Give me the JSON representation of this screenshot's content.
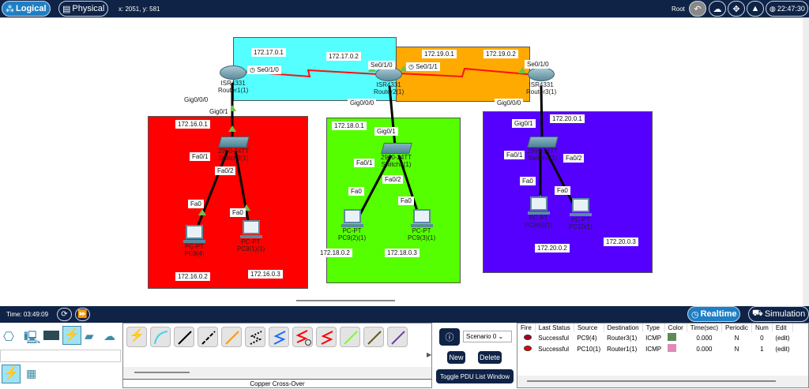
{
  "topbar": {
    "logical": "Logical",
    "physical": "Physical",
    "coords": "x: 2051, y: 581",
    "root": "Root",
    "clock": "22:47:30"
  },
  "areas": {
    "cyan": "#55ffff",
    "orange": "#ffaa00",
    "red": "#ff0000",
    "green": "#55ff00",
    "purple": "#5500ff"
  },
  "labels": {
    "r1_ip": "172.17.0.1",
    "r2_ip17": "172.17.0.2",
    "r1_se": "Se0/1/0",
    "r2_se0": "Se0/1/0",
    "r2_se1": "Se0/1/1",
    "r2_ip19": "172.19.0.1",
    "r3_ip19": "172.19.0.2",
    "r3_se": "Se0/1/0",
    "r1_gig": "Gig0/0/0",
    "sw1_gig": "Gig0/1",
    "net16": "172.16.0.1",
    "r2_gig": "Gig0/0/0",
    "sw2_gig": "Gig0/1",
    "net18": "172.18.0.1",
    "r3_gig": "Gig0/0/0",
    "sw3_gig": "Gig0/1",
    "net20": "172.20.0.1",
    "sw1_fa1": "Fa0/1",
    "sw1_fa2": "Fa0/2",
    "pc94_fa": "Fa0",
    "pc911_fa": "Fa0",
    "sw2_fa1": "Fa0/1",
    "sw2_fa2": "Fa0/2",
    "pc92_fa": "Fa0",
    "pc93_fa": "Fa0",
    "sw3_fa1": "Fa0/1",
    "sw3_fa2": "Fa0/2",
    "pc96_fa": "Fa0",
    "pc10_fa": "Fa0",
    "ip16_2": "172.16.0.2",
    "ip16_3": "172.16.0.3",
    "ip18_2": "172.18.0.2",
    "ip18_3": "172.18.0.3",
    "ip20_2": "172.20.0.2",
    "ip20_3": "172.20.0.3"
  },
  "devices": {
    "router1": {
      "model": "ISR4331",
      "name": "Router1(1)"
    },
    "router2": {
      "model": "ISR4331",
      "name": "Router2(1)"
    },
    "router3": {
      "model": "ISR4331",
      "name": "Router3(1)"
    },
    "switch1": {
      "model": "2960-24TT",
      "name": "Switch2(1)"
    },
    "switch2": {
      "model": "2960-24TT",
      "name": "Switch3(1)"
    },
    "switch3": {
      "model": "2960-24TT",
      "name": "Switch4(1)"
    },
    "pc94": {
      "model": "PC-PT",
      "name": "PC9(4)"
    },
    "pc911": {
      "model": "PC-PT",
      "name": "PC9(1)(1)"
    },
    "pc92": {
      "model": "PC-PT",
      "name": "PC9(2)(1)"
    },
    "pc93": {
      "model": "PC-PT",
      "name": "PC9(3)(1)"
    },
    "pc96": {
      "model": "PC-PT",
      "name": "PC9(6)(1)"
    },
    "pc10": {
      "model": "PC-PT",
      "name": "PC10(1)"
    }
  },
  "bottombar": {
    "time": "Time: 03:49:09",
    "realtime": "Realtime",
    "simulation": "Simulation"
  },
  "connections": {
    "selected_label": "Copper Cross-Over"
  },
  "pdu": {
    "scenario": "Scenario 0",
    "new": "New",
    "delete": "Delete",
    "toggle": "Toggle PDU List Window",
    "headers": [
      "Fire",
      "Last Status",
      "Source",
      "Destination",
      "Type",
      "Color",
      "Time(sec)",
      "Periodic",
      "Num",
      "Edit"
    ],
    "rows": [
      {
        "status": "Successful",
        "source": "PC9(4)",
        "dest": "Router3(1)",
        "type": "ICMP",
        "color": "#5f8a58",
        "time": "0.000",
        "periodic": "N",
        "num": "0",
        "edit": "(edit)"
      },
      {
        "status": "Successful",
        "source": "PC10(1)",
        "dest": "Router1(1)",
        "type": "ICMP",
        "color": "#e08ab8",
        "time": "0.000",
        "periodic": "N",
        "num": "1",
        "edit": "(edit)"
      }
    ]
  }
}
